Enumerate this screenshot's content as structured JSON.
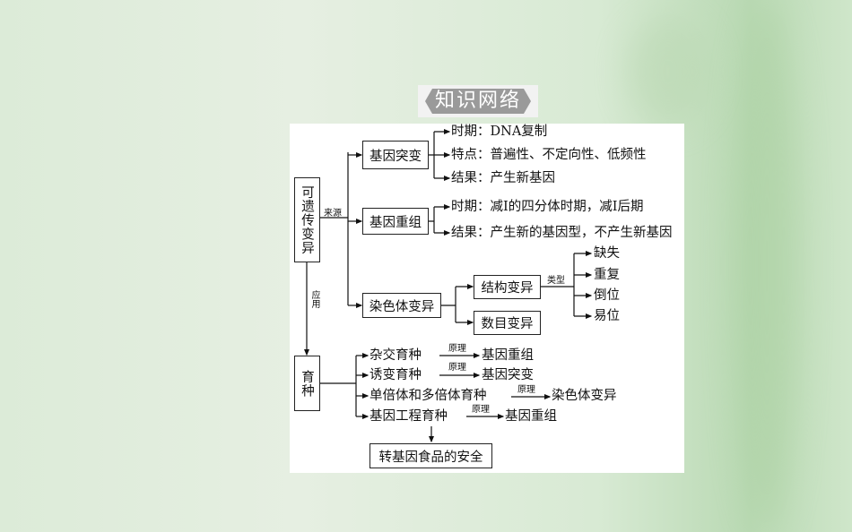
{
  "title": "知识网络",
  "root": "可遗传变异",
  "source_label": "来源",
  "apply_label": "应用",
  "gene_mutation": {
    "label": "基因突变",
    "items": [
      "时期：DNA复制",
      "特点：普遍性、不定向性、低频性",
      "结果：产生新基因"
    ]
  },
  "gene_recombination": {
    "label": "基因重组",
    "items": [
      "时期：减Ⅰ的四分体时期，减Ⅰ后期",
      "结果：产生新的基因型，不产生新基因"
    ]
  },
  "chromosome_variation": {
    "label": "染色体变异",
    "structure": "结构变异",
    "number": "数目变异",
    "type_label": "类型",
    "types": [
      "缺失",
      "重复",
      "倒位",
      "易位"
    ]
  },
  "breeding": {
    "label": "育种",
    "principle_label": "原理",
    "methods": [
      {
        "name": "杂交育种",
        "principle": "基因重组"
      },
      {
        "name": "诱变育种",
        "principle": "基因突变"
      },
      {
        "name": "单倍体和多倍体育种",
        "principle": "染色体变异"
      },
      {
        "name": "基因工程育种",
        "principle": "基因重组"
      }
    ],
    "safety": "转基因食品的安全"
  }
}
